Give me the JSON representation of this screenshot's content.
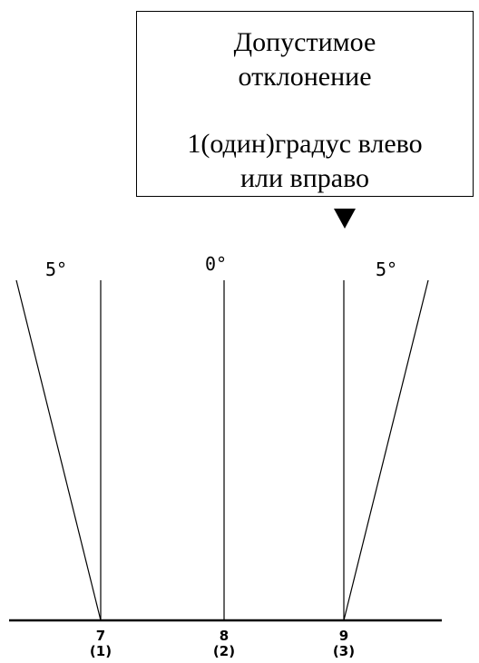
{
  "callout": {
    "line1": "Допустимое",
    "line2": "отклонение",
    "line3": "1(один)градус влево",
    "line4": "или  вправо"
  },
  "angles": {
    "left": "5°",
    "center": "0°",
    "right": "5°"
  },
  "positions": [
    {
      "number": "7",
      "index": "(1)"
    },
    {
      "number": "8",
      "index": "(2)"
    },
    {
      "number": "9",
      "index": "(3)"
    }
  ],
  "colors": {
    "stroke": "#000000",
    "background": "#ffffff"
  }
}
